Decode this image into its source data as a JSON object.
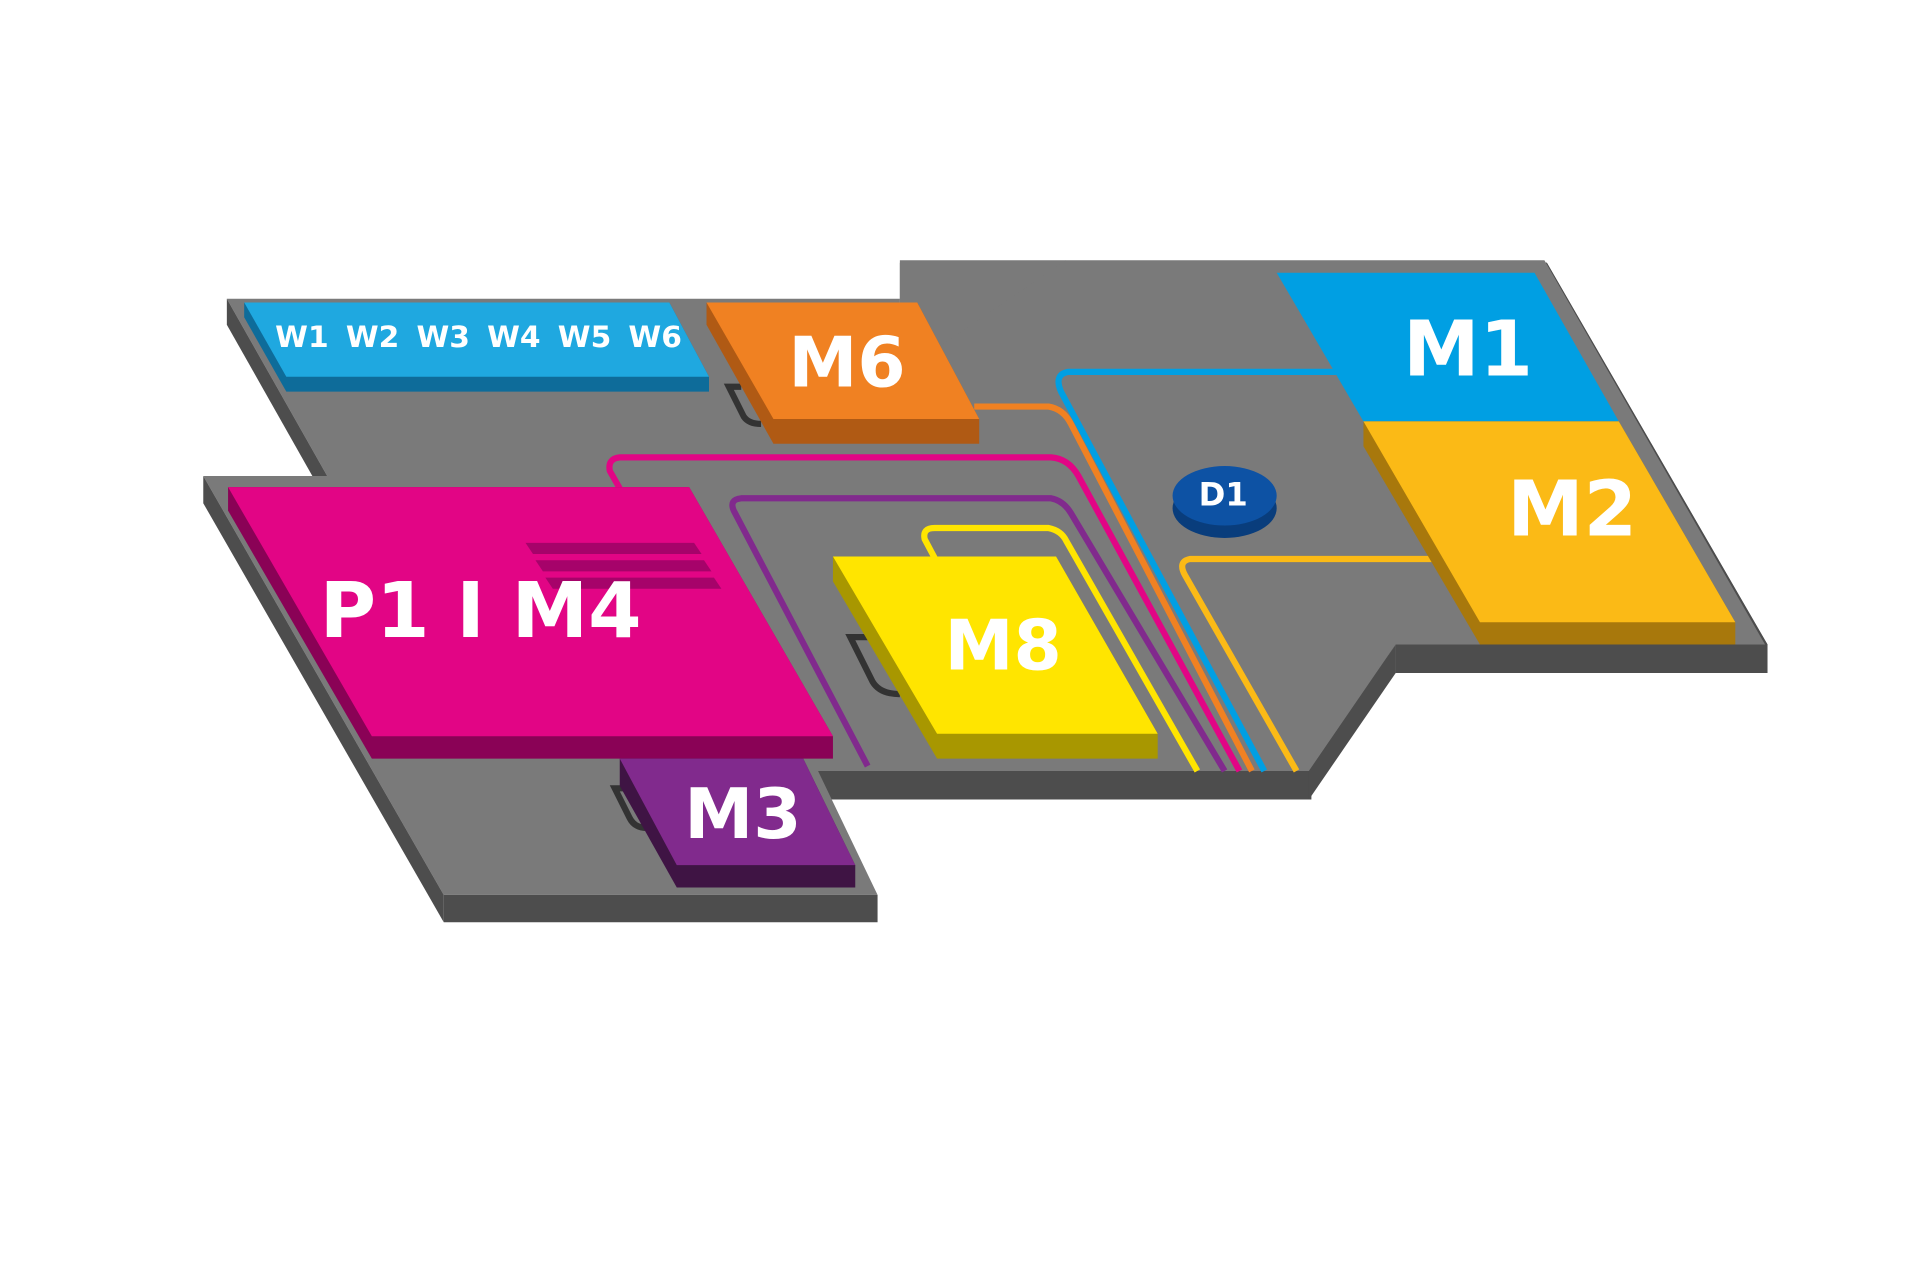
{
  "colors": {
    "floor_top": "#7a7a7a",
    "floor_side": "#4d4d4d",
    "cyan": "#009fe3",
    "orange": "#f08122",
    "magenta": "#e20585",
    "purple": "#812a8d",
    "yellow": "#ffe500",
    "gold": "#fbba16",
    "navy": "#0d52a4"
  },
  "areas": {
    "w1": "W1",
    "w2": "W2",
    "w3": "W3",
    "w4": "W4",
    "w5": "W5",
    "w6": "W6",
    "m6": "M6",
    "m1": "M1",
    "m2": "M2",
    "p1m4": "P1 I M4",
    "m8": "M8",
    "m3": "M3",
    "d1": "D1"
  }
}
